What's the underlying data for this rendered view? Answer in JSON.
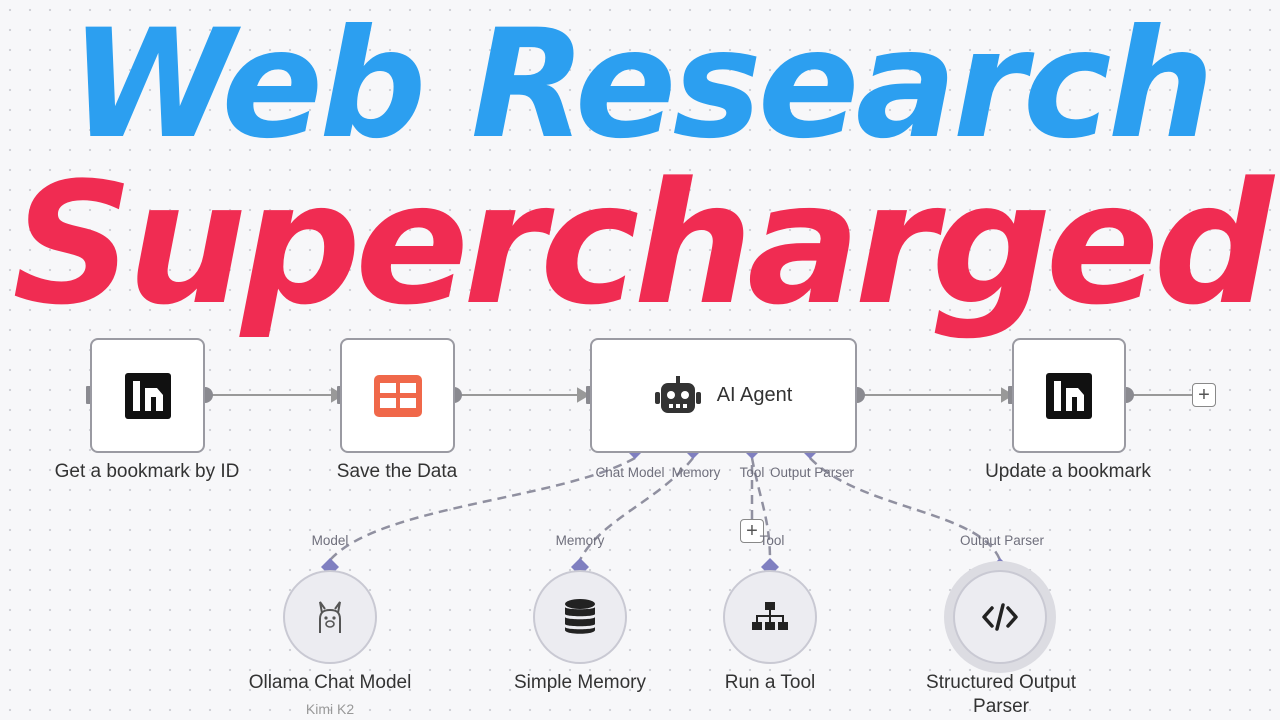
{
  "headline": {
    "line1": "Web Research",
    "line2": "Supercharged"
  },
  "nodes": {
    "get_bookmark": {
      "label": "Get a bookmark by ID",
      "icon": "notion-icon"
    },
    "save_data": {
      "label": "Save the Data",
      "icon": "table-icon"
    },
    "ai_agent": {
      "label": "AI Agent",
      "icon": "robot-icon"
    },
    "update_bookmark": {
      "label": "Update a bookmark",
      "icon": "notion-icon"
    }
  },
  "agent_ports": {
    "chat_model": "Chat Model",
    "memory": "Memory",
    "tool": "Tool",
    "output_parser": "Output Parser"
  },
  "sub_nodes": {
    "ollama": {
      "port": "Model",
      "label": "Ollama Chat Model",
      "sublabel": "Kimi K2",
      "icon": "llama-icon"
    },
    "memory": {
      "port": "Memory",
      "label": "Simple Memory",
      "icon": "database-icon"
    },
    "tool": {
      "port": "Tool",
      "label": "Run a Tool",
      "icon": "network-icon"
    },
    "parser": {
      "port": "Output Parser",
      "label": "Structured Output Parser",
      "label_line1": "Structured Output",
      "label_line2": "Parser",
      "icon": "code-icon"
    }
  },
  "controls": {
    "add_node": "+",
    "add_tool": "+"
  },
  "colors": {
    "title_blue": "#2c9ff0",
    "title_red": "#f02c52",
    "port_purple": "#7f7fc0",
    "wire": "#999999",
    "table_orange": "#f0684a"
  }
}
